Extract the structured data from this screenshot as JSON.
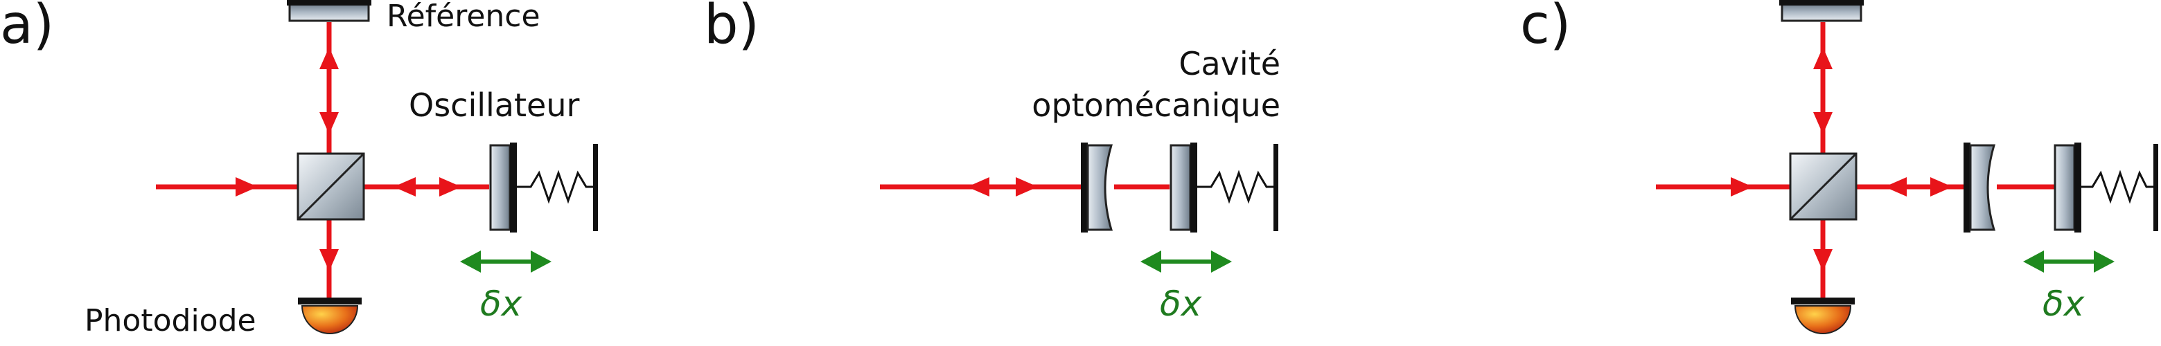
{
  "panels": {
    "a": {
      "label": "a)",
      "reference_label": "Référence",
      "oscillator_label": "Oscillateur",
      "photodiode_label": "Photodiode",
      "displacement_label": "δx"
    },
    "b": {
      "label": "b)",
      "cavity_label_line1": "Cavité",
      "cavity_label_line2": "optomécanique",
      "displacement_label": "δx"
    },
    "c": {
      "label": "c)",
      "displacement_label": "δx"
    }
  },
  "colors": {
    "beam": "#e8141a",
    "displacement_arrow": "#1f8a1f",
    "mirror_dark": "#111111",
    "photodiode_orange": "#e8701a"
  }
}
